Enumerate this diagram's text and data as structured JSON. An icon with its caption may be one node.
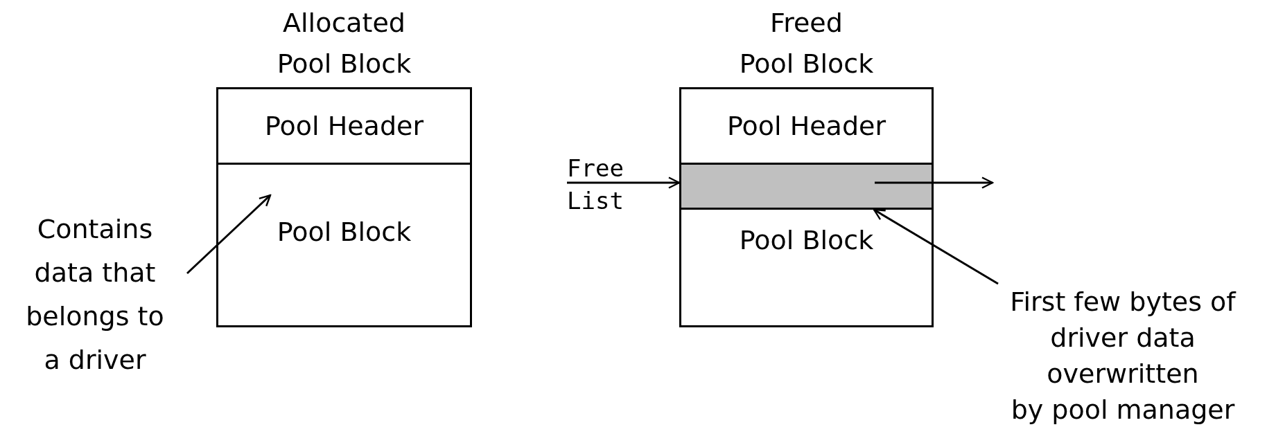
{
  "diagram": {
    "nodes": [
      {
        "text": [
          "Allocated Pool Block"
        ]
      },
      {
        "text": [
          "Pool Header"
        ],
        "in": 0
      },
      {
        "text": [
          "Pool Block"
        ],
        "in": 0
      },
      {
        "text": [
          "Contains data that belongs to a driver"
        ]
      },
      {
        "text": [
          "Freed Pool Block"
        ]
      },
      {
        "text": [
          "Pool Header"
        ],
        "in": 4
      },
      {
        "text": [],
        "shape": "bar",
        "in": 4
      },
      {
        "text": [
          "Pool Block"
        ],
        "in": 4
      },
      {
        "text": [
          "Free List"
        ]
      },
      {
        "text": [
          "First few bytes of driver data overwritten by pool manager"
        ]
      }
    ],
    "edges": [
      {
        "from": 3,
        "to": 2,
        "arrow": "to"
      },
      {
        "from": 8,
        "to": 6,
        "arrow": "to"
      },
      {
        "from": 6,
        "to": null,
        "arrow": "to"
      },
      {
        "from": 9,
        "to": 6,
        "arrow": "to"
      }
    ]
  }
}
